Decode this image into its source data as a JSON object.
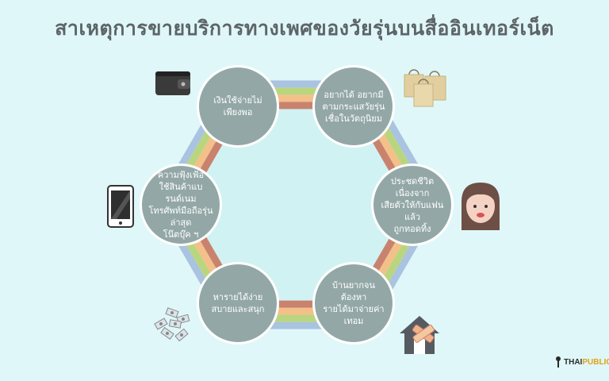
{
  "title": "สาเหตุการขายบริการทางเพศของวัยรุ่นบนสื่ออินเทอร์เน็ต",
  "causes": [
    {
      "label": "เงินใช้จ่ายไม่เพียงพอ",
      "icon": "wallet-icon"
    },
    {
      "label": "อยากได้ อยากมี\nตามกระแสวัยรุ่น\nเชื่อในวัตถุนิยม",
      "icon": "shopping-bags-icon"
    },
    {
      "label": "ประชดชีวิตเนื่องจาก\nเสียตัวให้กับแฟนแล้ว\nถูกทอดทิ้ง",
      "icon": "sad-girl-icon"
    },
    {
      "label": "บ้านยากจนต้องหา\nรายได้มาจ่ายค่าเทอม",
      "icon": "broken-house-icon"
    },
    {
      "label": "หารายได้ง่าย\nสบายและสนุก",
      "icon": "money-pile-icon"
    },
    {
      "label": "ความฟุ้งเฟ้อ\nใช้สินค้าแบรนด์เนม\nโทรศัพท์มือถือรุ่นล่าสุด\nโน๊ตบุ๊ค ฯ",
      "icon": "smartphone-icon"
    }
  ],
  "logo": {
    "part1": "THAI",
    "part2": "PUBLICA"
  },
  "colors": {
    "node": "#93a8a6",
    "stripes": [
      "#a9c3e0",
      "#b9d67f",
      "#f3c089",
      "#c9826e"
    ],
    "hexagon_fill": "#d1f2f2"
  }
}
